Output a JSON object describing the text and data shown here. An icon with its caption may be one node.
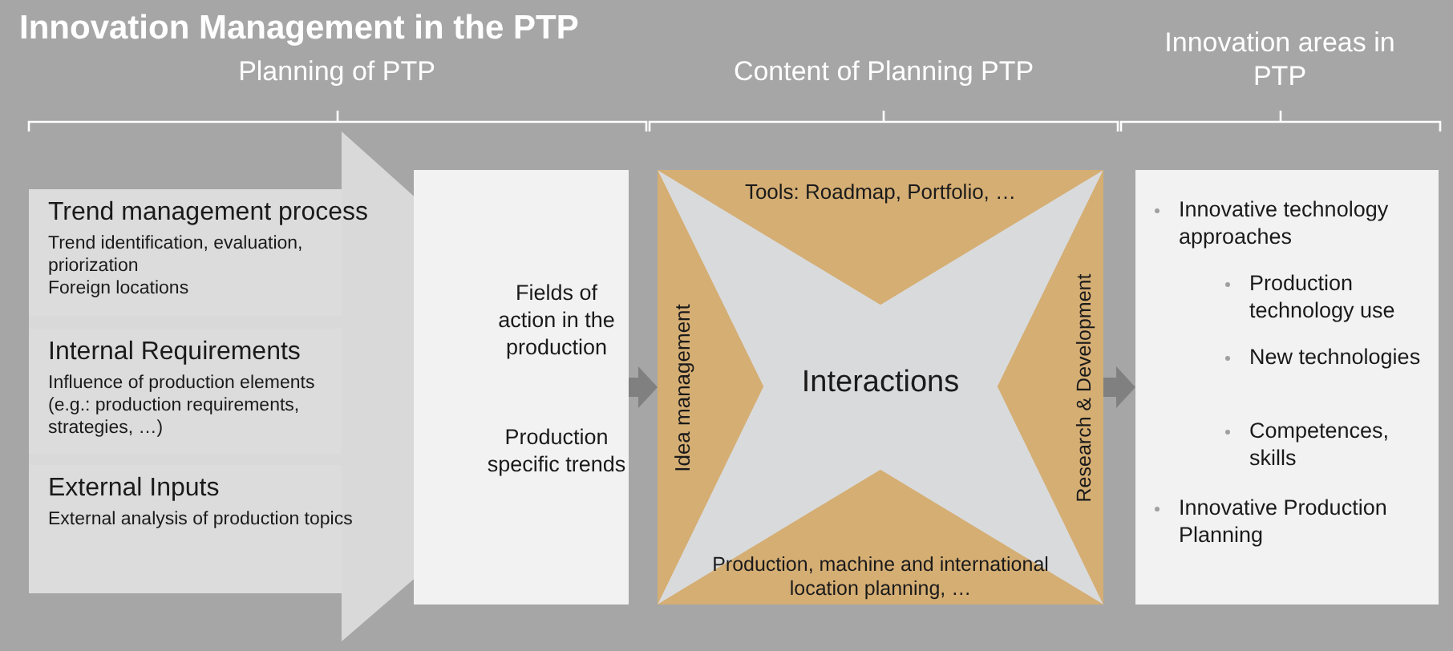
{
  "diagram": {
    "title": "Innovation Management in the PTP",
    "nodes": [
      {
        "text": [
          "Trend management process",
          "Trend identification, evaluation, priorization",
          "Foreign locations"
        ]
      },
      {
        "text": [
          "Internal Requirements",
          "Influence of production elements (e.g.: production requirements, strategies, …)"
        ]
      },
      {
        "text": [
          "External Inputs",
          "External analysis of production topics"
        ]
      },
      {
        "text": [
          "Fields of action in the production",
          "Production specific trends"
        ]
      },
      {
        "text": [],
        "shape": "box"
      },
      {
        "text": [
          "Tools: Roadmap, Portfolio, …"
        ],
        "in": 4
      },
      {
        "text": [
          "Idea management"
        ],
        "in": 4
      },
      {
        "text": [
          "Interactions"
        ],
        "in": 4
      },
      {
        "text": [
          "Research & Development"
        ],
        "in": 4
      },
      {
        "text": [
          "Production, machine and international location planning, …"
        ],
        "in": 4
      },
      {
        "text": [
          "Innovative technology approaches",
          "Production technology use",
          "New technologies",
          "Competences, skills",
          "Innovative Production Planning"
        ]
      }
    ],
    "edges": [
      {
        "from": 3,
        "to": 4,
        "arrow": "to"
      },
      {
        "from": 4,
        "to": 10,
        "arrow": "to"
      }
    ],
    "labels": [
      "Planning of PTP",
      "Content of Planning PTP",
      "Innovation areas in PTP"
    ]
  }
}
